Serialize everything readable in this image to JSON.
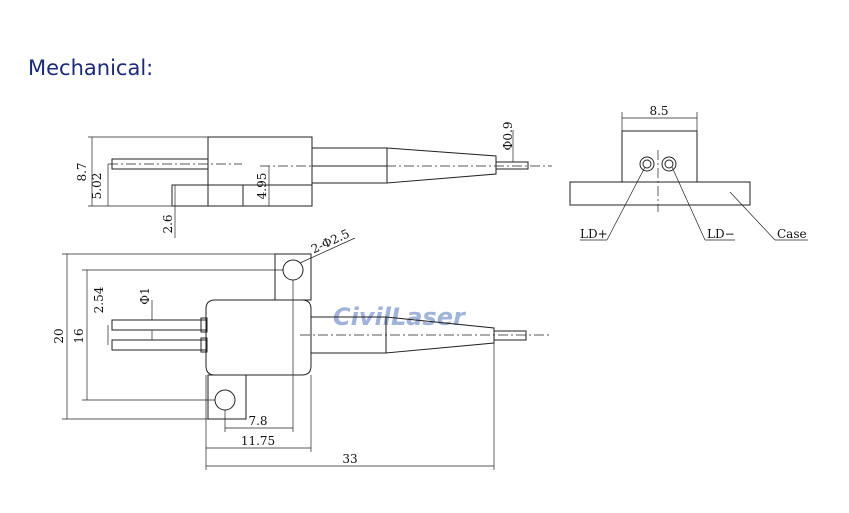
{
  "heading": "Mechanical:",
  "watermark": "CivilLaser",
  "side_view": {
    "dims": {
      "height": "8.7",
      "pin_offset": "5.02",
      "base_offset": "2.6",
      "body_offset": "4.95",
      "fiber_dia": "Φ0.9"
    }
  },
  "end_view": {
    "width": "8.5",
    "labels": {
      "ld_plus": "LD+",
      "ld_minus": "LD−",
      "case": "Case"
    }
  },
  "top_view": {
    "dims": {
      "holes": "2-Φ2.5",
      "pin_dia": "Φ1",
      "pin_pitch": "2.54",
      "height_outer": "20",
      "height_inner": "16",
      "hole_offset": "7.8",
      "width_body": "11.75",
      "length_total": "33"
    }
  }
}
